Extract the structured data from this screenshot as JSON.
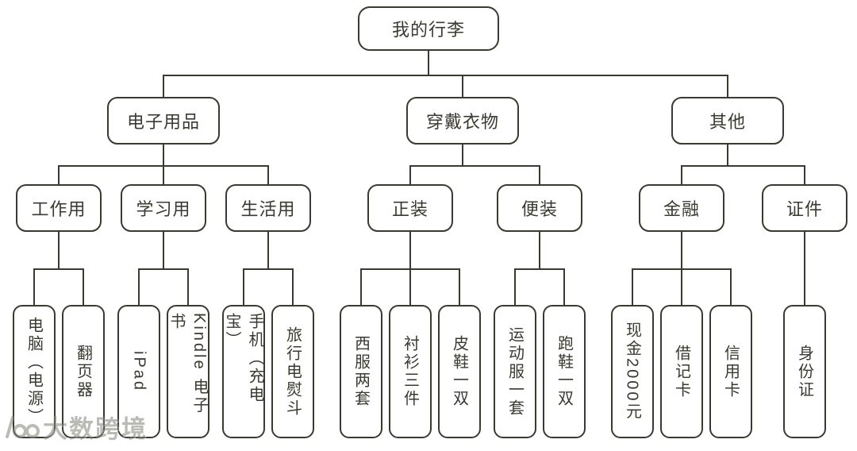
{
  "diagram": {
    "title": "我的行李",
    "tree": {
      "label": "我的行李",
      "children": [
        {
          "label": "电子用品",
          "children": [
            {
              "label": "工作用",
              "children": [
                {
                  "label": "电脑（电源）"
                },
                {
                  "label": "翻页器"
                }
              ]
            },
            {
              "label": "学习用",
              "children": [
                {
                  "label": "iPad"
                },
                {
                  "label": "Kindle 电子书"
                }
              ]
            },
            {
              "label": "生活用",
              "children": [
                {
                  "label": "手机（充电宝）"
                },
                {
                  "label": "旅行电熨斗"
                }
              ]
            }
          ]
        },
        {
          "label": "穿戴衣物",
          "children": [
            {
              "label": "正装",
              "children": [
                {
                  "label": "西服两套"
                },
                {
                  "label": "衬衫三件"
                },
                {
                  "label": "皮鞋一双"
                }
              ]
            },
            {
              "label": "便装",
              "children": [
                {
                  "label": "运动服一套"
                },
                {
                  "label": "跑鞋一双"
                }
              ]
            }
          ]
        },
        {
          "label": "其他",
          "children": [
            {
              "label": "金融",
              "children": [
                {
                  "label": "现金2000元"
                },
                {
                  "label": "借记卡"
                },
                {
                  "label": "信用卡"
                }
              ]
            },
            {
              "label": "证件",
              "children": [
                {
                  "label": "身份证"
                }
              ]
            }
          ]
        }
      ]
    }
  },
  "watermark": {
    "logo_icon": "brand-100-logo",
    "text": "大数跨境"
  },
  "colors": {
    "line": "#3a3a31",
    "text": "#3a3a31",
    "background": "#ffffff",
    "watermark": "#84847c"
  }
}
